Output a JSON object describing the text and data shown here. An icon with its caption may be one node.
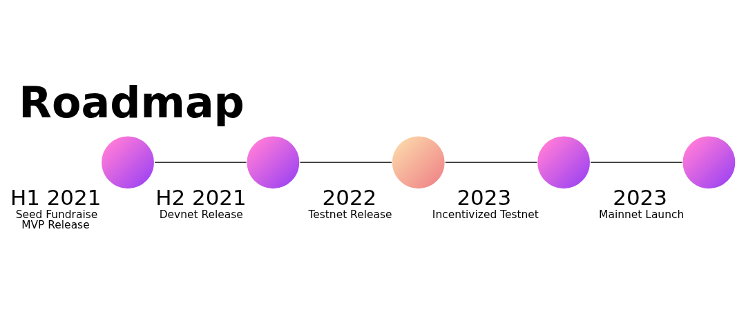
{
  "diagram": {
    "title": "Roadmap",
    "nodes": [
      {
        "text": [],
        "shape": "circle",
        "beside": [
          "H1 2021",
          "Seed Fundraise",
          "MVP Release"
        ]
      },
      {
        "text": [],
        "shape": "circle",
        "beside": [
          "H2 2021",
          "Devnet Release"
        ]
      },
      {
        "text": [],
        "shape": "circle",
        "beside": [
          "2022",
          "Testnet Release"
        ]
      },
      {
        "text": [],
        "shape": "circle",
        "beside": [
          "2023",
          "Incentivized Testnet"
        ]
      },
      {
        "text": [],
        "shape": "circle",
        "beside": [
          "2023",
          "Mainnet Launch"
        ]
      }
    ],
    "edges": [
      {
        "from": 0,
        "to": 1,
        "arrow": "none"
      },
      {
        "from": 1,
        "to": 2,
        "arrow": "none"
      },
      {
        "from": 2,
        "to": 3,
        "arrow": "none"
      },
      {
        "from": 3,
        "to": 4,
        "arrow": "none"
      }
    ]
  }
}
